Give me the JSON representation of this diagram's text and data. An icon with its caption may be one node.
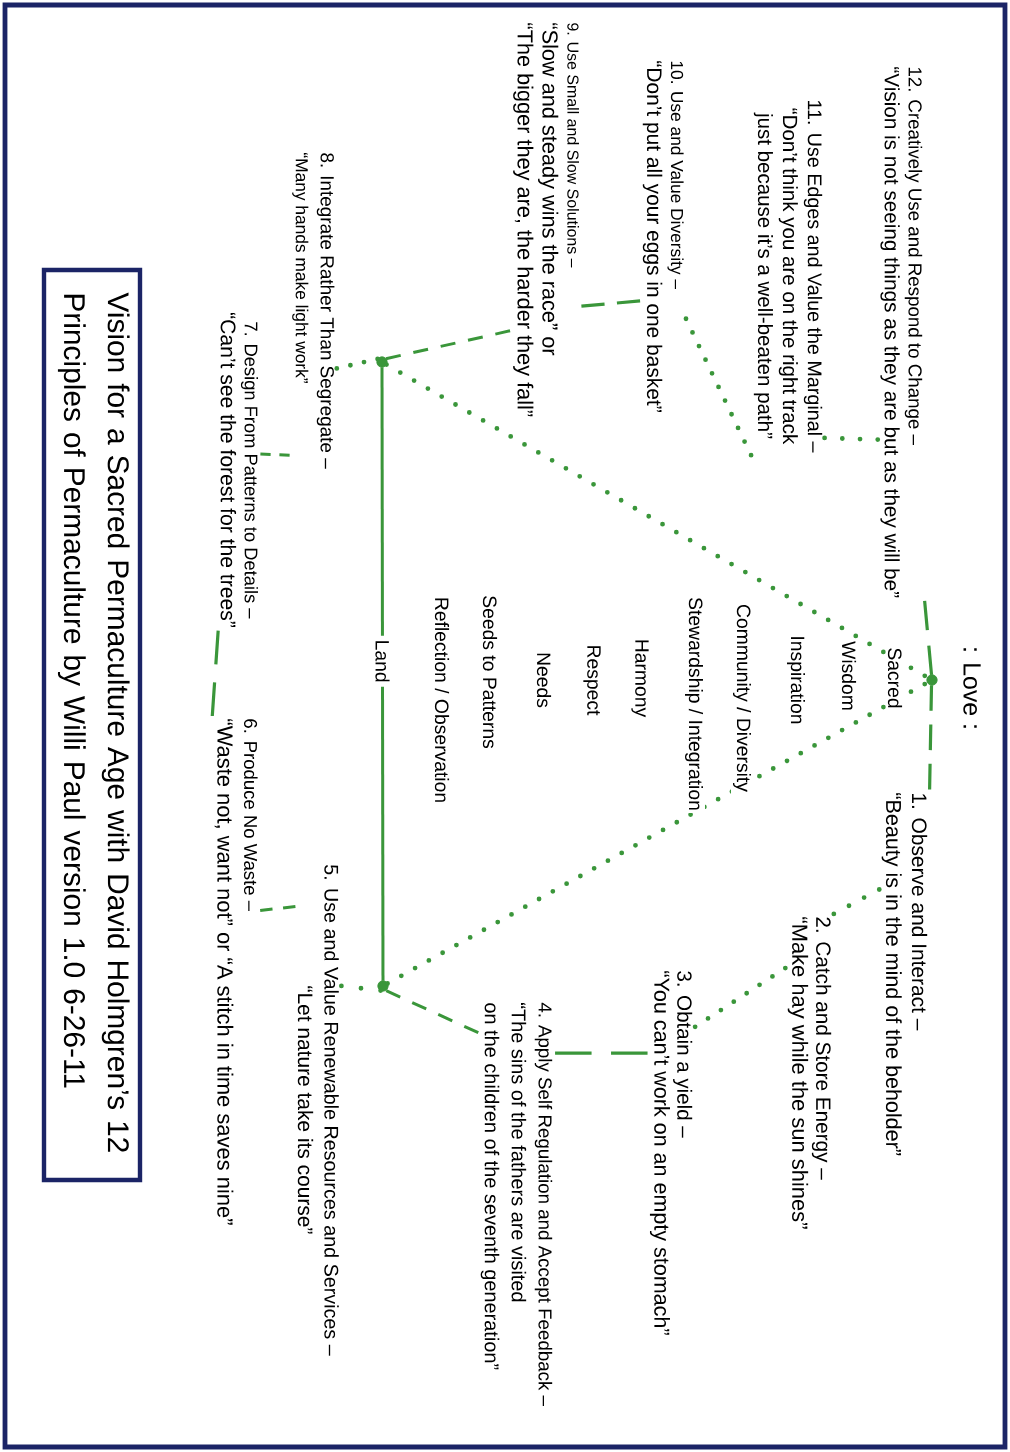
{
  "diagram": {
    "title": "Vision for a Sacred Permaculture Age with David Holmgren’s 12 Principles of Permaculture by Willi Paul version 1.0 6-26-11",
    "nodes": [
      {
        "text": [],
        "shape": "circle"
      },
      {
        "text": [
          "1. Observe and Interact –",
          "“Beauty is in the mind of the beholder”"
        ]
      },
      {
        "text": [
          "2. Catch and Store Energy –",
          "“Make hay while the sun shines”"
        ]
      },
      {
        "text": [
          "3. Obtain a yield –",
          "“You can’t work on an empty stomach”"
        ]
      },
      {
        "text": [
          "4. Apply Self Regulation and Accept Feedback –",
          "“The sins of the fathers are visited on the children of the seventh generation”"
        ]
      },
      {
        "text": [
          "5. Use and Value Renewable Resources and Services –",
          "“Let nature take its course”"
        ]
      },
      {
        "text": [
          "6. Produce No Waste –",
          "“Waste not, want not” or “A stitch in time saves nine”"
        ]
      },
      {
        "text": [
          "7. Design From Patterns to Details –",
          "“Can’t see the forest for the trees”"
        ]
      },
      {
        "text": [
          "8. Integrate Rather Than Segregate –",
          "“Many hands make light work”"
        ]
      },
      {
        "text": [
          "9. Use Small and Slow Solutions –",
          "“Slow and steady wins the race” or “The bigger they are, the harder they fall”"
        ]
      },
      {
        "text": [
          "10. Use and Value Diversity –",
          "“Don’t put all your eggs in one basket”"
        ]
      },
      {
        "text": [
          "11. Use Edges and Value the Marginal –",
          "“Don’t think you are on the right track just because it’s a well-beaten path”"
        ]
      },
      {
        "text": [
          "12. Creatively Use and Respond to Change –",
          "“Vision is not seeing things as they are but as they will be”"
        ]
      },
      {
        "text": [],
        "shape": "circle"
      },
      {
        "text": [],
        "shape": "circle"
      }
    ],
    "edges": [
      {
        "from": 0,
        "to": 12,
        "arrow": "none",
        "style": "dashed"
      },
      {
        "from": 0,
        "to": 1,
        "arrow": "none",
        "style": "dashed"
      },
      {
        "from": 1,
        "to": 2,
        "arrow": "none",
        "style": "dashed"
      },
      {
        "from": 2,
        "to": 3,
        "arrow": "none",
        "style": "dashed"
      },
      {
        "from": 3,
        "to": 4,
        "arrow": "none",
        "style": "dashed"
      },
      {
        "from": 4,
        "to": 14,
        "arrow": "none",
        "style": "dashed"
      },
      {
        "from": 14,
        "to": 5,
        "arrow": "none",
        "style": "dashed"
      },
      {
        "from": 5,
        "to": 6,
        "arrow": "none",
        "style": "dashed"
      },
      {
        "from": 6,
        "to": 7,
        "arrow": "none",
        "style": "dashed"
      },
      {
        "from": 7,
        "to": 8,
        "arrow": "none",
        "style": "dashed"
      },
      {
        "from": 8,
        "to": 13,
        "arrow": "none",
        "style": "dashed"
      },
      {
        "from": 13,
        "to": 9,
        "arrow": "none",
        "style": "dashed"
      },
      {
        "from": 9,
        "to": 10,
        "arrow": "none",
        "style": "dashed"
      },
      {
        "from": 10,
        "to": 11,
        "arrow": "none",
        "style": "dashed"
      },
      {
        "from": 11,
        "to": 12,
        "arrow": "none",
        "style": "dashed"
      },
      {
        "from": 13,
        "to": 0,
        "arrow": "none",
        "style": "dashed"
      },
      {
        "from": 14,
        "to": 0,
        "arrow": "none",
        "style": "dashed"
      },
      {
        "from": 13,
        "to": 14,
        "arrow": "none",
        "label": "Land"
      }
    ],
    "labels": [
      ": Love :",
      "Sacred",
      "Wisdom",
      "Inspiration",
      "Community / Diversity",
      "Stewardship / Integration",
      "Harmony",
      "Respect",
      "Needs",
      "Seeds to Patterns",
      "Reflection / Observation"
    ]
  }
}
